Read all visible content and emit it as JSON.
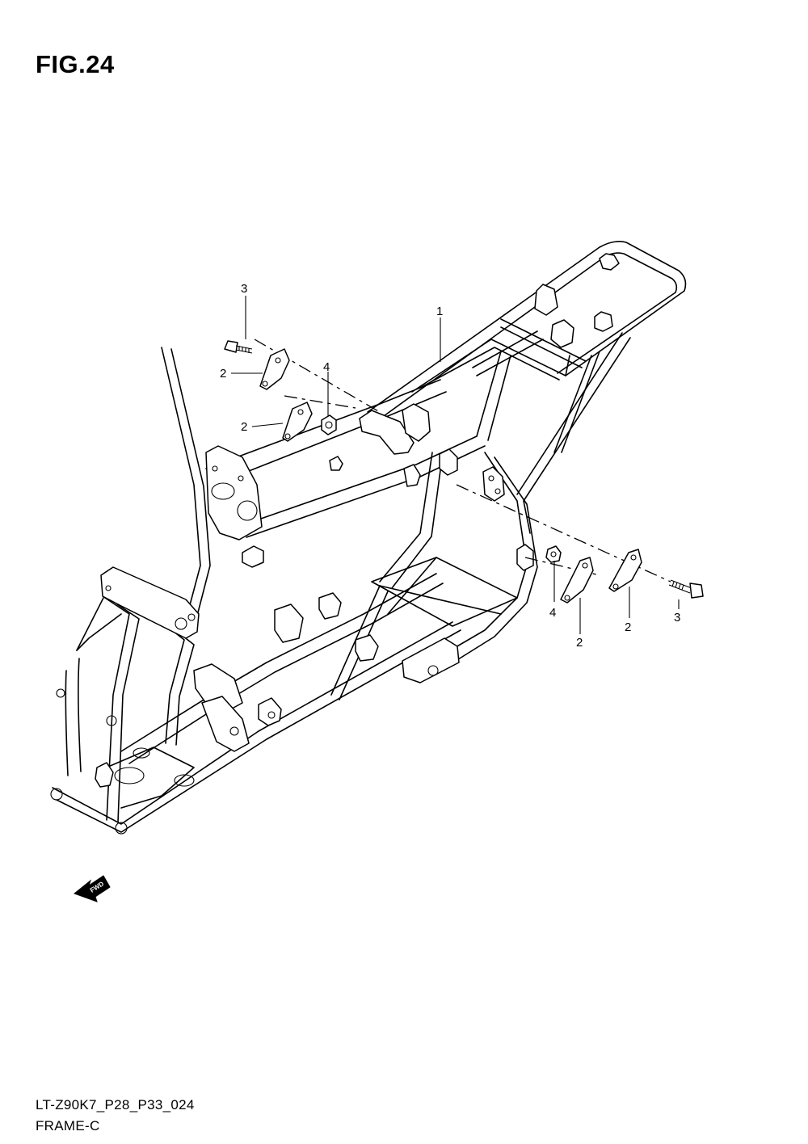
{
  "figure": {
    "title": "FIG.24"
  },
  "callouts": [
    {
      "id": "c-3-top",
      "label": "3"
    },
    {
      "id": "c-2-top-a",
      "label": "2"
    },
    {
      "id": "c-2-top-b",
      "label": "2"
    },
    {
      "id": "c-4-top",
      "label": "4"
    },
    {
      "id": "c-1",
      "label": "1"
    },
    {
      "id": "c-4-right",
      "label": "4"
    },
    {
      "id": "c-2-right-a",
      "label": "2"
    },
    {
      "id": "c-2-right-b",
      "label": "2"
    },
    {
      "id": "c-3-right",
      "label": "3"
    }
  ],
  "direction_badge": {
    "label": "FWD",
    "icon": "fwd-arrow-icon"
  },
  "footer": {
    "code": "LT-Z90K7_P28_P33_024",
    "name": "FRAME-C"
  }
}
